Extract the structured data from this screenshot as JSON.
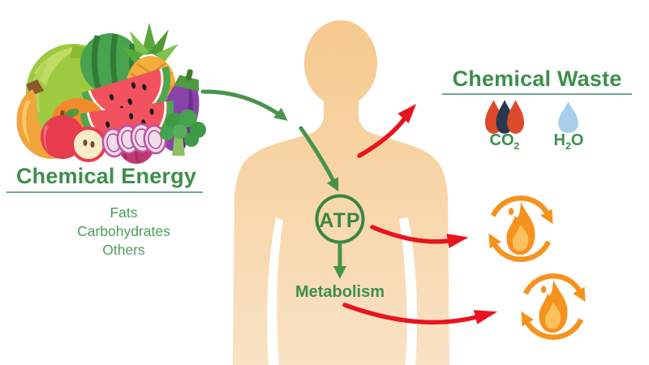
{
  "left": {
    "title": "Chemical Energy",
    "items": [
      "Fats",
      "Carbohydrates",
      "Others"
    ]
  },
  "center": {
    "atp": "ATP",
    "metabolism": "Metabolism"
  },
  "right": {
    "title": "Chemical Waste",
    "waste": [
      {
        "pre": "CO",
        "sub": "2",
        "post": ""
      },
      {
        "pre": "H",
        "sub": "2",
        "post": "O"
      }
    ]
  },
  "icons": {
    "left_illustration": "fruits-and-vegetables-illustration",
    "center_figure": "human-body-silhouette",
    "co2": "co2-drops-icon",
    "h2o": "water-drop-icon",
    "cycles": "energy-cycle-flame-icon"
  },
  "colors": {
    "heading_green": "#3e8e4b",
    "list_green": "#4c9d59",
    "underline_green": "#74a68b",
    "arrow_green": "#47934e",
    "arrow_red": "#e8141e",
    "skin_top": "#f6c98d",
    "skin_bottom": "#f9e3c6",
    "cycle_orange": "#f6921e",
    "co2_orange": "#dd4a2b",
    "co2_navy": "#26394e",
    "h2o_blue": "#a8ceec"
  }
}
